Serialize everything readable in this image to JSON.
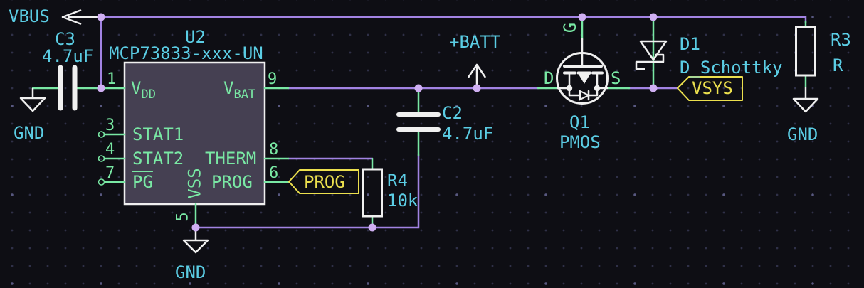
{
  "schematic": {
    "nets": {
      "vbus": "VBUS",
      "batt": "+BATT",
      "gnd": "GND",
      "vsys": "VSYS",
      "prog": "PROG"
    },
    "components": {
      "u2": {
        "ref": "U2",
        "value": "MCP73833-xxx-UN",
        "pins": {
          "vdd": {
            "num": "1",
            "name": "V",
            "sub": "DD"
          },
          "vbat": {
            "num": "9",
            "name": "V",
            "sub": "BAT"
          },
          "stat1": {
            "num": "3",
            "name": "STAT1"
          },
          "stat2": {
            "num": "4",
            "name": "STAT2"
          },
          "pg": {
            "num": "7",
            "name": "PG"
          },
          "therm": {
            "num": "8",
            "name": "THERM"
          },
          "prog": {
            "num": "6",
            "name": "PROG"
          },
          "vss": {
            "num": "5",
            "name": "VSS"
          }
        }
      },
      "c3": {
        "ref": "C3",
        "value": "4.7uF"
      },
      "c2": {
        "ref": "C2",
        "value": "4.7uF"
      },
      "r4": {
        "ref": "R4",
        "value": "10k"
      },
      "r3": {
        "ref": "R3",
        "value": "R"
      },
      "q1": {
        "ref": "Q1",
        "value": "PMOS",
        "pins": {
          "d": "D",
          "g": "G",
          "s": "S"
        }
      },
      "d1": {
        "ref": "D1",
        "value": "D_Schottky"
      }
    },
    "colors": {
      "bg": "#0e0e14",
      "wire": "#a283e3",
      "junction": "#cfaff2",
      "pin": "#79e8a4",
      "text": "#5bcde4",
      "device": "#f0f0f0",
      "ic_fill": "#454052",
      "label": "#ece04e",
      "grid_dot": "#2f3048",
      "grid_dot_bright": "#585880"
    }
  }
}
